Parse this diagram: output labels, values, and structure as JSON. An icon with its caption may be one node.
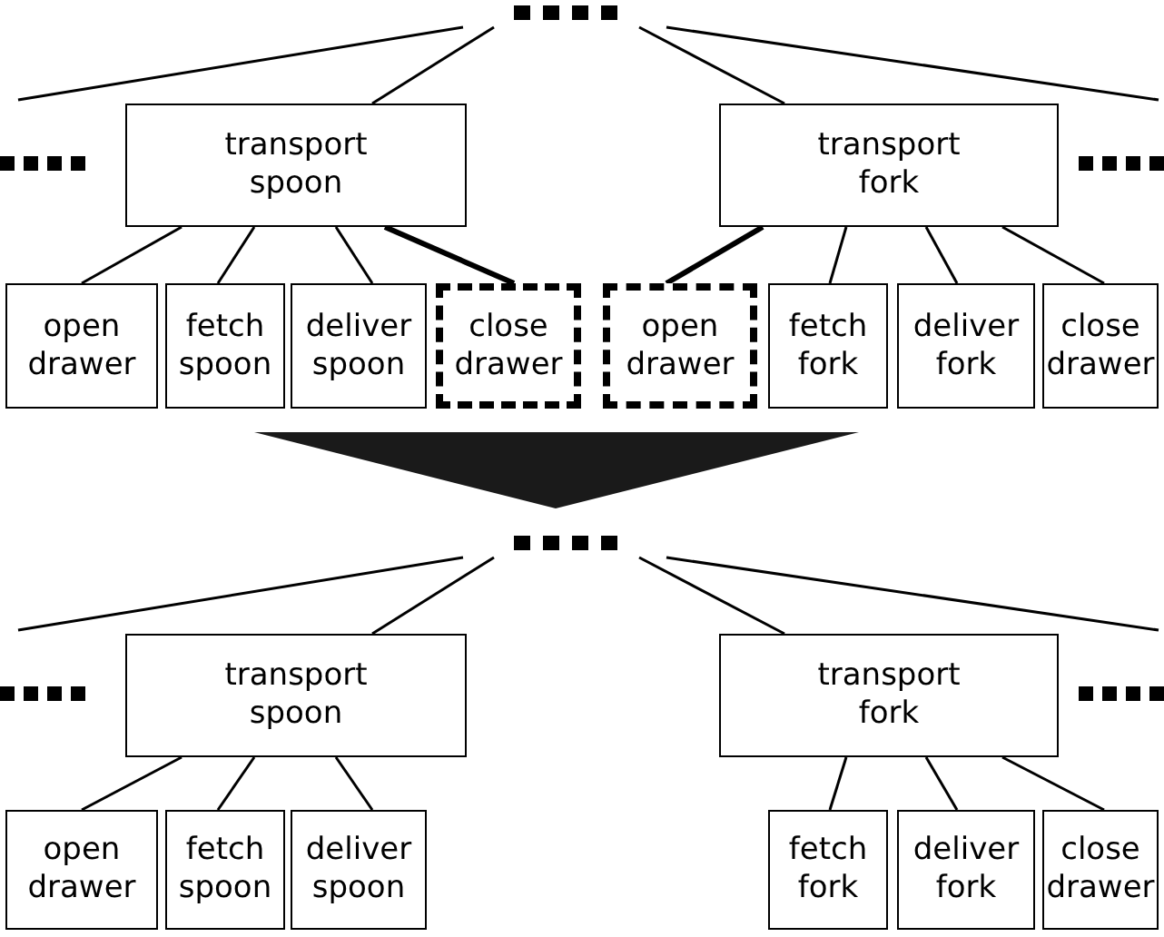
{
  "diagram": {
    "nodes": [
      {
        "text": [],
        "shape": "dots"
      },
      {
        "text": [
          "transport spoon"
        ]
      },
      {
        "text": [
          "transport fork"
        ]
      },
      {
        "text": [
          "open drawer"
        ]
      },
      {
        "text": [
          "fetch spoon"
        ]
      },
      {
        "text": [
          "deliver spoon"
        ]
      },
      {
        "text": [
          "close drawer"
        ]
      },
      {
        "text": [
          "open drawer"
        ]
      },
      {
        "text": [
          "fetch fork"
        ]
      },
      {
        "text": [
          "deliver fork"
        ]
      },
      {
        "text": [
          "close drawer"
        ]
      },
      {
        "text": [],
        "shape": "dots"
      },
      {
        "text": [
          "transport spoon"
        ]
      },
      {
        "text": [
          "transport fork"
        ]
      },
      {
        "text": [
          "open drawer"
        ]
      },
      {
        "text": [
          "fetch spoon"
        ]
      },
      {
        "text": [
          "deliver spoon"
        ]
      },
      {
        "text": [
          "fetch fork"
        ]
      },
      {
        "text": [
          "deliver fork"
        ]
      },
      {
        "text": [
          "close drawer"
        ]
      }
    ],
    "edges": [
      {
        "from": 0,
        "to": null,
        "arrow": "none"
      },
      {
        "from": 0,
        "to": 1,
        "arrow": "none"
      },
      {
        "from": 0,
        "to": 2,
        "arrow": "none"
      },
      {
        "from": 0,
        "to": null,
        "arrow": "none"
      },
      {
        "from": 1,
        "to": 3,
        "arrow": "none"
      },
      {
        "from": 1,
        "to": 4,
        "arrow": "none"
      },
      {
        "from": 1,
        "to": 5,
        "arrow": "none"
      },
      {
        "from": 1,
        "to": 6,
        "arrow": "none",
        "style": "thick"
      },
      {
        "from": 2,
        "to": 7,
        "arrow": "none",
        "style": "thick"
      },
      {
        "from": 2,
        "to": 8,
        "arrow": "none"
      },
      {
        "from": 2,
        "to": 9,
        "arrow": "none"
      },
      {
        "from": 2,
        "to": 10,
        "arrow": "none"
      },
      {
        "from": 11,
        "to": null,
        "arrow": "none"
      },
      {
        "from": 11,
        "to": 12,
        "arrow": "none"
      },
      {
        "from": 11,
        "to": 13,
        "arrow": "none"
      },
      {
        "from": 11,
        "to": null,
        "arrow": "none"
      },
      {
        "from": 12,
        "to": 14,
        "arrow": "none"
      },
      {
        "from": 12,
        "to": 15,
        "arrow": "none"
      },
      {
        "from": 12,
        "to": 16,
        "arrow": "none"
      },
      {
        "from": 13,
        "to": 17,
        "arrow": "none"
      },
      {
        "from": 13,
        "to": 18,
        "arrow": "none"
      },
      {
        "from": 13,
        "to": 19,
        "arrow": "none"
      }
    ]
  }
}
